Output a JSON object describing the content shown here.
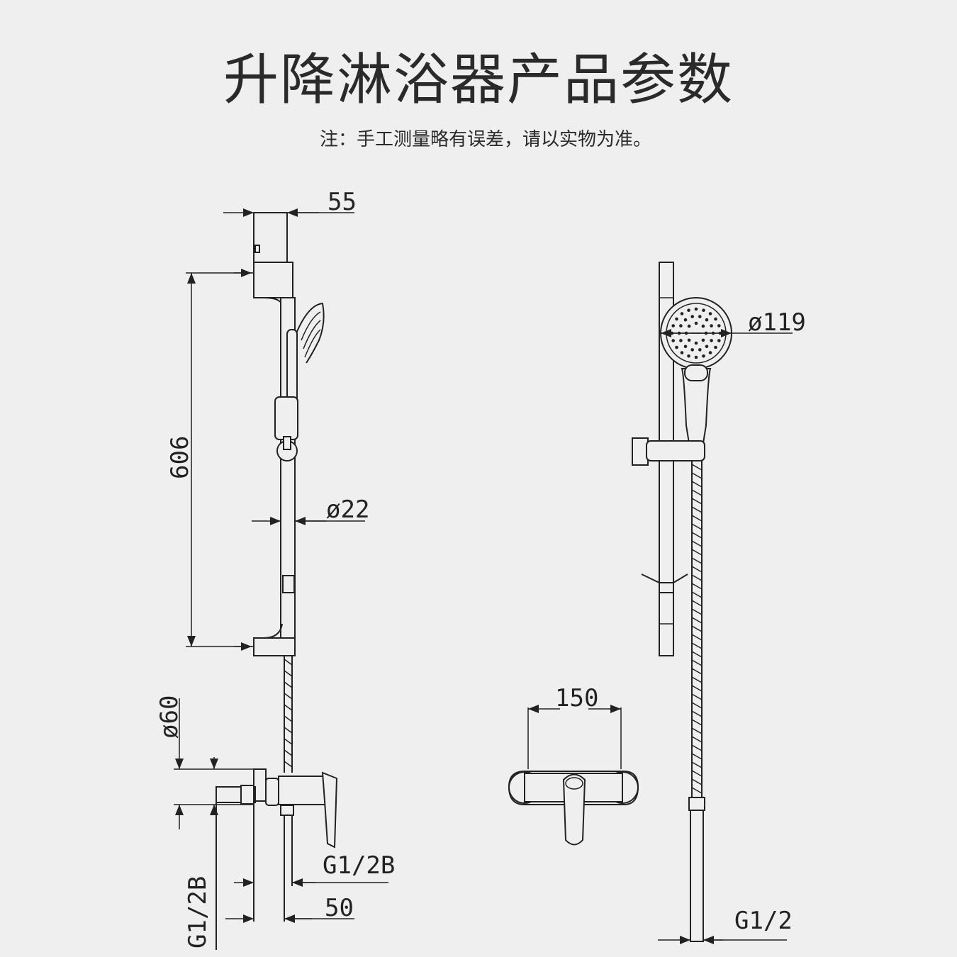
{
  "title": "升降淋浴器产品参数",
  "note": "注：手工测量略有误差，请以实物为准。",
  "dimensions": {
    "top_offset": "55",
    "rail_length": "606",
    "rail_diameter": "ø22",
    "mixer_diameter": "ø60",
    "outlet_thread": "G1/2B",
    "inlet_thread": "G1/2B",
    "wall_offset": "50",
    "head_diameter": "ø119",
    "mixer_spacing": "150",
    "hose_thread": "G1/2"
  },
  "colors": {
    "background": "#efefef",
    "ink": "#222222"
  }
}
